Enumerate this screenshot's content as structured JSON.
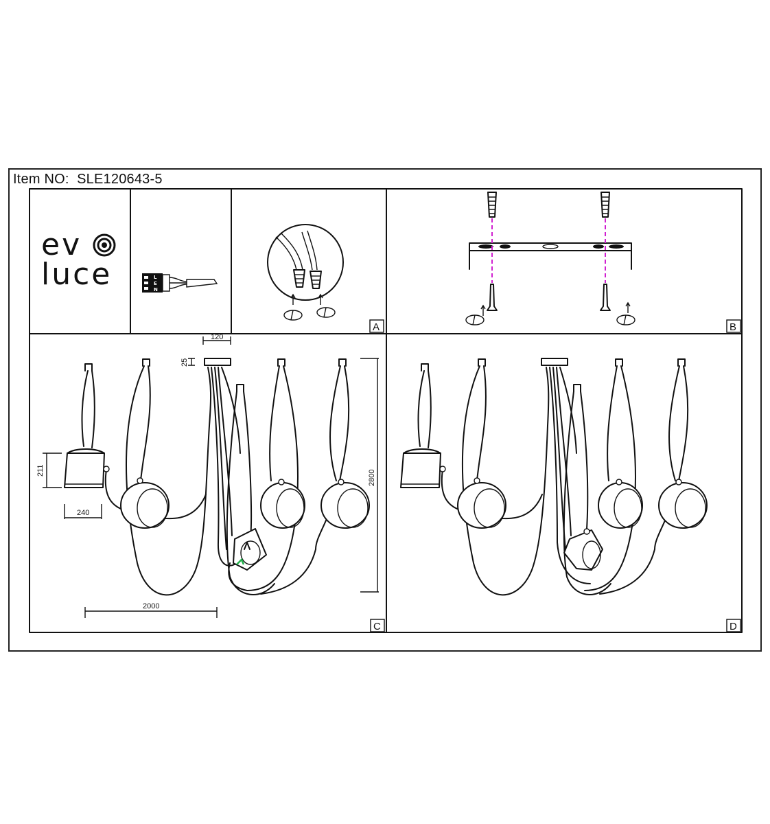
{
  "sheet": {
    "item_no_label": "Item NO:",
    "item_no_value": "SLE120643-5"
  },
  "logo": {
    "line1": "ev",
    "line2": "luce"
  },
  "connector": {
    "terminal_labels": [
      "L",
      "E",
      "N"
    ]
  },
  "panels": {
    "a": {
      "letter": "A"
    },
    "b": {
      "letter": "B"
    },
    "c": {
      "letter": "C"
    },
    "d": {
      "letter": "D"
    }
  },
  "dimensions": {
    "canopy_width": "120",
    "canopy_height": "25",
    "shade_height": "211",
    "shade_width": "240",
    "total_height": "2800",
    "cable_span": "2000"
  },
  "colors": {
    "line": "#111111",
    "drill_guide": "#d020d0",
    "highlight": "#22b14c"
  }
}
